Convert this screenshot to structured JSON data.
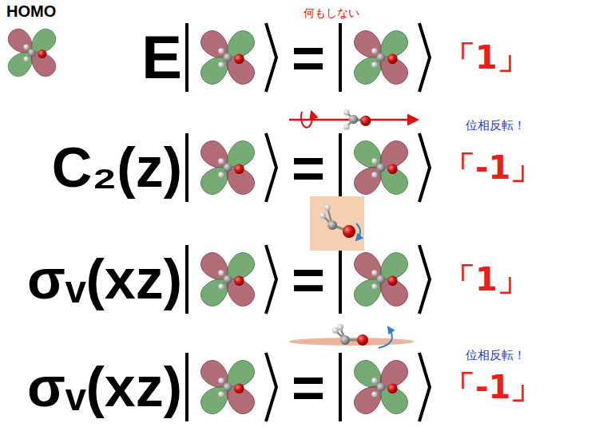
{
  "diagram": {
    "labels": [
      "HOMO",
      "E",
      "=",
      "何もしない",
      "「1」",
      "C₂(z)",
      "=",
      "位相反転！",
      "「-1」",
      "σᵥ(xz)",
      "=",
      "「1」",
      "σᵥ(xz)",
      "=",
      "位相反転！",
      "「-1」"
    ]
  }
}
